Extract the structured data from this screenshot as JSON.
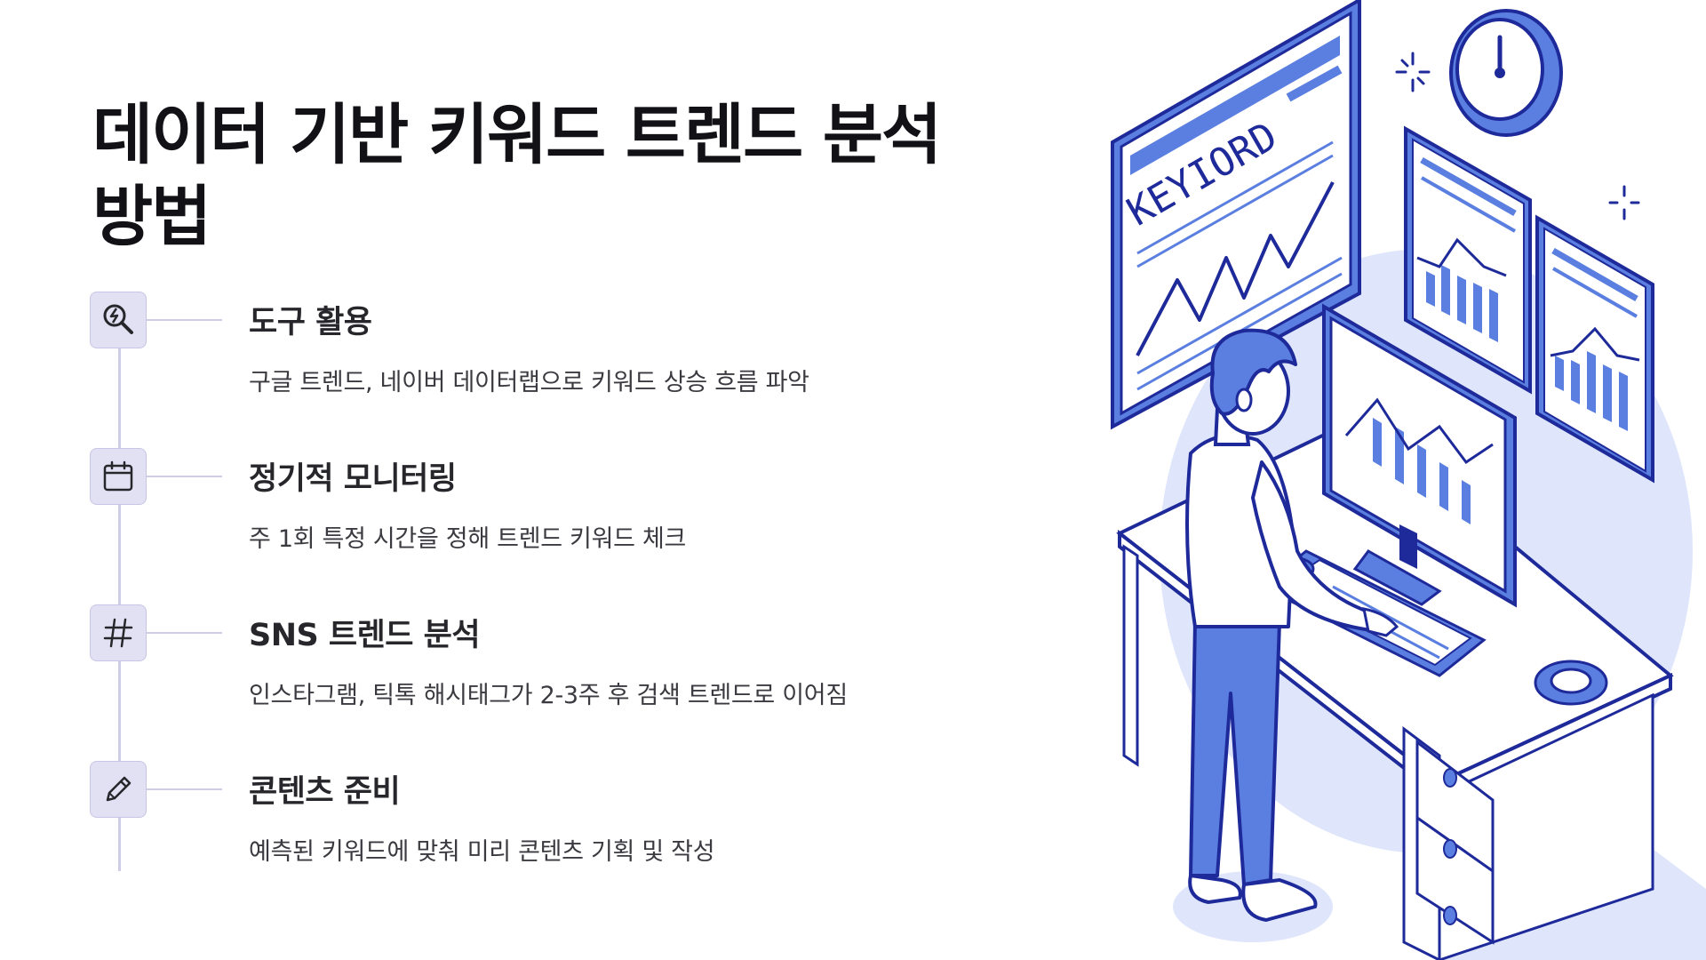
{
  "title": "데이터 기반 키워드 트렌드 분석 방법",
  "steps": [
    {
      "title": "도구 활용",
      "desc": "구글 트렌드, 네이버 데이터랩으로 키워드 상승 흐름 파악",
      "icon": "search-analytics-icon"
    },
    {
      "title": "정기적 모니터링",
      "desc": "주 1회 특정 시간을 정해 트렌드 키워드 체크",
      "icon": "calendar-icon"
    },
    {
      "title": "SNS 트렌드 분석",
      "desc": "인스타그램, 틱톡 해시태그가 2-3주 후 검색 트렌드로 이어짐",
      "icon": "hashtag-icon"
    },
    {
      "title": "콘텐츠 준비",
      "desc": "예측된 키워드에 맞춰 미리 콘텐츠 기획 및 작성",
      "icon": "pencil-icon"
    }
  ],
  "illustration": {
    "screen_text": "KEYIORD"
  },
  "colors": {
    "accent": "#5b7fe0",
    "outline": "#1e2a9a",
    "icon_bg": "#e2e0f3",
    "line": "#cfcde6"
  }
}
